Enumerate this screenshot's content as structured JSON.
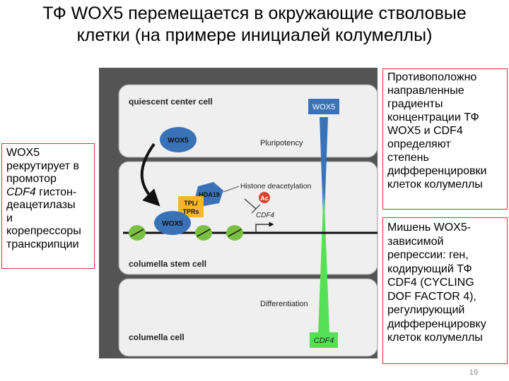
{
  "title_line1": "ТФ WOX5 перемещается в окружающие стволовые",
  "title_line2": "клетки (на примере инициалей колумеллы)",
  "left_box": {
    "l1": "WOX5",
    "l2": "рекрутирует  в",
    "l3": "промотор",
    "l4_italic": "CDF4",
    "l4_rest": " гистон-",
    "l5": "деацетилазы",
    "l6": "и",
    "l7": "корепрессоры",
    "l8": "транскрипции"
  },
  "right_top_box": {
    "lines": [
      "Противоположно",
      "направленные",
      "градиенты",
      "концентрации ТФ",
      "WOX5 и CDF4",
      "определяют",
      "степень",
      "дифференцировки",
      "клеток колумеллы"
    ]
  },
  "right_bottom_box": {
    "lines": [
      "Мишень WOX5-",
      "зависимой",
      "репрессии: ген,",
      "кодирующий ТФ",
      "CDF4 (CYCLING",
      "DOF FACTOR 4),",
      "регулирующий",
      "дифференцировку",
      "клеток колумеллы"
    ]
  },
  "diagram": {
    "qc_label": "quiescent center cell",
    "wox5_bar_label": "WOX5",
    "pluripotency_label": "Pluripotency",
    "wox5_oval_top": "WOX5",
    "histone_label": "Histone deacetylation",
    "hda19_label": "HDA19",
    "ac_label": "Ac",
    "tpl_line1": "TPL/",
    "tpl_line2": "TPRs",
    "cdf4_gene_label": "CDF4",
    "wox5_oval_bottom": "WOX5",
    "csc_label": "columella stem cell",
    "diff_label": "Differentiation",
    "cdf4_bar_label": "CDF4",
    "cc_label": "columella cell",
    "colors": {
      "blue": "#3a72b8",
      "green": "#55e055",
      "cell_fill": "#efefef",
      "frame": "#545454",
      "yellow": "#f7b52c",
      "red": "#e0402a"
    }
  },
  "slide_number": "19"
}
